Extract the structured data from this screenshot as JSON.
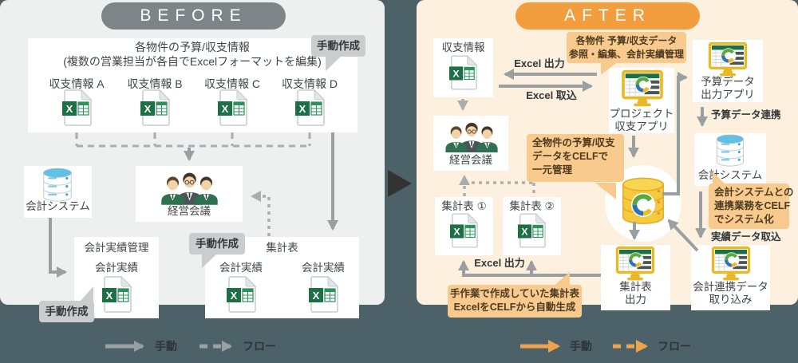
{
  "before": {
    "tab": "BEFORE",
    "source": {
      "title1": "各物件の予算/収支情報",
      "title2": "(複数の営業担当が各自でExcelフォーマットを編集)",
      "file_a": "収支情報 A",
      "file_b": "収支情報 B",
      "file_c": "収支情報 C",
      "file_d": "収支情報 D"
    },
    "bubble_top": "手動作成",
    "bubble_mid": "手動作成",
    "bubble_bottom": "手動作成",
    "accounting_system": "会計システム",
    "meeting": "経営会議",
    "actual_box": {
      "title": "会計実績管理",
      "file": "会計実績"
    },
    "summary_box": {
      "title": "集計表",
      "file1": "会計実績",
      "file2": "会計実績"
    },
    "legend": {
      "manual": "手動",
      "flow": "フロー"
    }
  },
  "after": {
    "tab": "AFTER",
    "income": "収支情報",
    "meeting": "経営会議",
    "excel_out": "Excel 出力",
    "excel_in": "Excel 取込",
    "project_app1": "プロジェクト",
    "project_app2": "収支アプリ",
    "bubble_edit1": "各物件 予算/収支データ",
    "bubble_edit2": "参照・編集、会計実績管理",
    "budget_app1": "予算データ",
    "budget_app2": "出力アプリ",
    "budget_link": "予算データ連携",
    "accounting_system": "会計システム",
    "bubble_central1": "全物件の予算/収支",
    "bubble_central2": "データをCELFで",
    "bubble_central3": "一元管理",
    "bubble_sys1": "会計システムとの",
    "bubble_sys2": "連携業務をCELF",
    "bubble_sys3": "でシステム化",
    "actual_import": "実績データ取込",
    "summary1": "集計表 ①",
    "summary2": "集計表 ②",
    "excel_out_bottom": "Excel 出力",
    "bubble_auto1": "手作業で作成していた集計表",
    "bubble_auto2": "ExcelをCELFから自動生成",
    "summary_out1": "集計表",
    "summary_out2": "出力",
    "acc_import_app1": "会計連携データ",
    "acc_import_app2": "取り込み",
    "legend": {
      "manual": "手動",
      "flow": "フロー"
    }
  },
  "colors": {
    "background": "#4d6168",
    "panel_before": "#eef0f0",
    "panel_after": "#fdf0df",
    "tab_before": "#7e8588",
    "tab_after": "#f29d3e",
    "arrow_gray": "#9aa0a2",
    "arrow_orange": "#f0a34f",
    "bubble_gray": "#c9cdce",
    "bubble_orange": "#f8ca8e",
    "excel_green": "#1d7044",
    "celf_yellow": "#e9b822",
    "big_arrow": "#333333"
  }
}
